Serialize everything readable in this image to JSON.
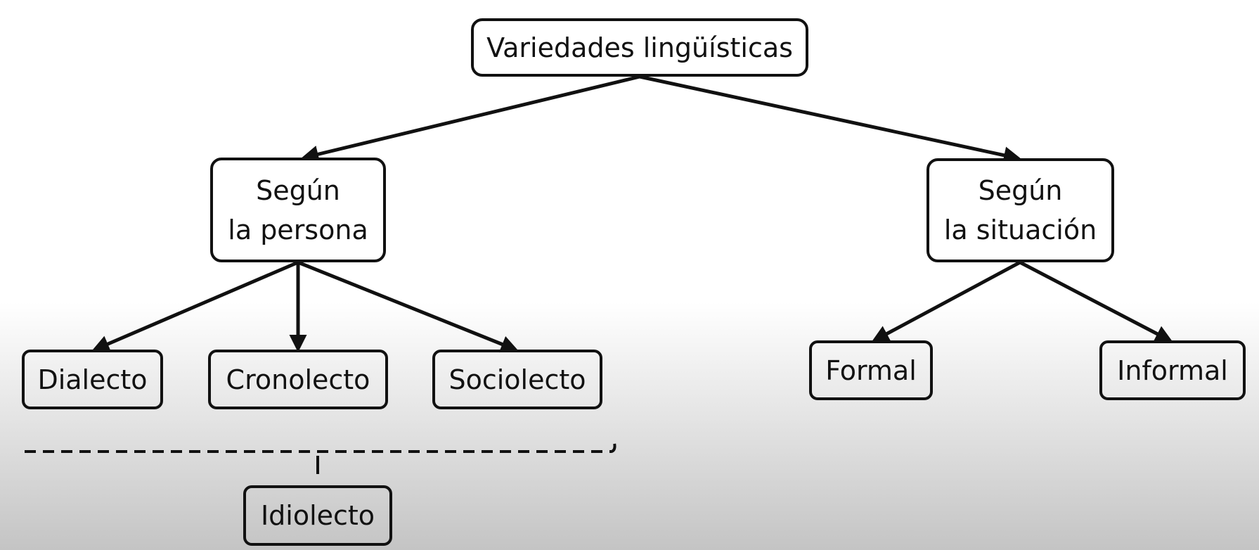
{
  "diagram": {
    "root": {
      "label": "Variedades lingüísticas"
    },
    "persona": {
      "line1": "Según",
      "line2": "la persona"
    },
    "situacion": {
      "line1": "Según",
      "line2": "la situación"
    },
    "persona_children": [
      {
        "label": "Dialecto"
      },
      {
        "label": "Cronolecto"
      },
      {
        "label": "Sociolecto"
      }
    ],
    "situacion_children": [
      {
        "label": "Formal"
      },
      {
        "label": "Informal"
      }
    ],
    "bracket_child": {
      "label": "Idiolecto"
    },
    "colors": {
      "stroke": "#111111",
      "text": "#111111",
      "background_top": "#ffffff",
      "background_bottom": "#c4c4c4"
    }
  }
}
